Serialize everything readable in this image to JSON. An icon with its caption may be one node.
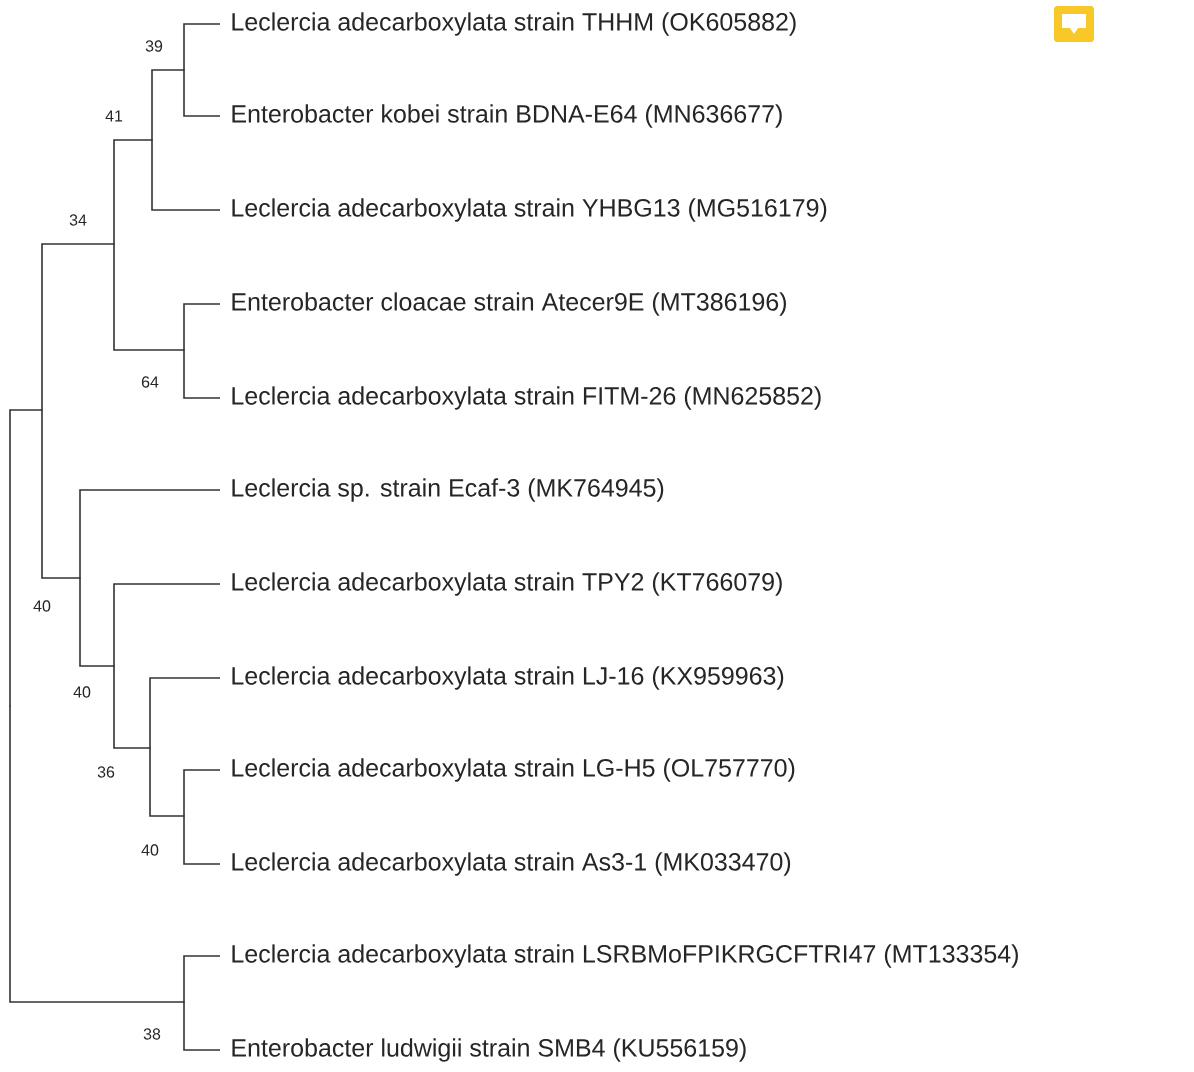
{
  "diagram": {
    "nodes": [
      {
        "text": [
          "Leclercia adecarboxylata strain THHM (OK605882)"
        ]
      },
      {
        "text": [
          "Enterobacter kobei strain BDNA-E64 (MN636677)"
        ]
      },
      {
        "text": [
          "Leclercia adecarboxylata strain YHBG13 (MG516179)"
        ]
      },
      {
        "text": [
          "Enterobacter cloacae strain Atecer9E (MT386196)"
        ]
      },
      {
        "text": [
          "Leclercia adecarboxylata strain FITM-26 (MN625852)"
        ]
      },
      {
        "text": [
          "Leclercia sp. strain Ecaf-3 (MK764945)"
        ]
      },
      {
        "text": [
          "Leclercia adecarboxylata strain TPY2 (KT766079)"
        ]
      },
      {
        "text": [
          "Leclercia adecarboxylata strain LJ-16 (KX959963)"
        ]
      },
      {
        "text": [
          "Leclercia adecarboxylata strain LG-H5 (OL757770)"
        ]
      },
      {
        "text": [
          "Leclercia adecarboxylata strain As3-1 (MK033470)"
        ]
      },
      {
        "text": [
          "Leclercia adecarboxylata strain LSRBMoFPIKRGCFTRI47 (MT133354)"
        ]
      },
      {
        "text": [
          "Enterobacter ludwigii strain SMB4 (KU556159)"
        ]
      },
      {
        "text": [],
        "shape": "point"
      },
      {
        "text": [],
        "shape": "point"
      },
      {
        "text": [],
        "shape": "point",
        "beside": [
          "34"
        ]
      },
      {
        "text": [],
        "shape": "point",
        "beside": [
          "41"
        ]
      },
      {
        "text": [],
        "shape": "point",
        "beside": [
          "39"
        ]
      },
      {
        "text": [],
        "shape": "point",
        "beside": [
          "64"
        ]
      },
      {
        "text": [],
        "shape": "point",
        "beside": [
          "40"
        ]
      },
      {
        "text": [],
        "shape": "point",
        "beside": [
          "40"
        ]
      },
      {
        "text": [],
        "shape": "point",
        "beside": [
          "36"
        ]
      },
      {
        "text": [],
        "shape": "point",
        "beside": [
          "40"
        ]
      },
      {
        "text": [],
        "shape": "point",
        "beside": [
          "38"
        ]
      }
    ],
    "edges": [
      {
        "from": 12,
        "to": 13,
        "arrow": "none"
      },
      {
        "from": 12,
        "to": 22,
        "arrow": "none"
      },
      {
        "from": 13,
        "to": 14,
        "arrow": "none"
      },
      {
        "from": 13,
        "to": 18,
        "arrow": "none"
      },
      {
        "from": 14,
        "to": 15,
        "arrow": "none"
      },
      {
        "from": 14,
        "to": 17,
        "arrow": "none"
      },
      {
        "from": 15,
        "to": 16,
        "arrow": "none"
      },
      {
        "from": 15,
        "to": 2,
        "arrow": "none"
      },
      {
        "from": 16,
        "to": 0,
        "arrow": "none"
      },
      {
        "from": 16,
        "to": 1,
        "arrow": "none"
      },
      {
        "from": 17,
        "to": 3,
        "arrow": "none"
      },
      {
        "from": 17,
        "to": 4,
        "arrow": "none"
      },
      {
        "from": 18,
        "to": 5,
        "arrow": "none"
      },
      {
        "from": 18,
        "to": 19,
        "arrow": "none"
      },
      {
        "from": 19,
        "to": 6,
        "arrow": "none"
      },
      {
        "from": 19,
        "to": 20,
        "arrow": "none"
      },
      {
        "from": 20,
        "to": 7,
        "arrow": "none"
      },
      {
        "from": 20,
        "to": 21,
        "arrow": "none"
      },
      {
        "from": 21,
        "to": 8,
        "arrow": "none"
      },
      {
        "from": 21,
        "to": 9,
        "arrow": "none"
      },
      {
        "from": 22,
        "to": 10,
        "arrow": "none"
      },
      {
        "from": 22,
        "to": 11,
        "arrow": "none"
      }
    ]
  }
}
